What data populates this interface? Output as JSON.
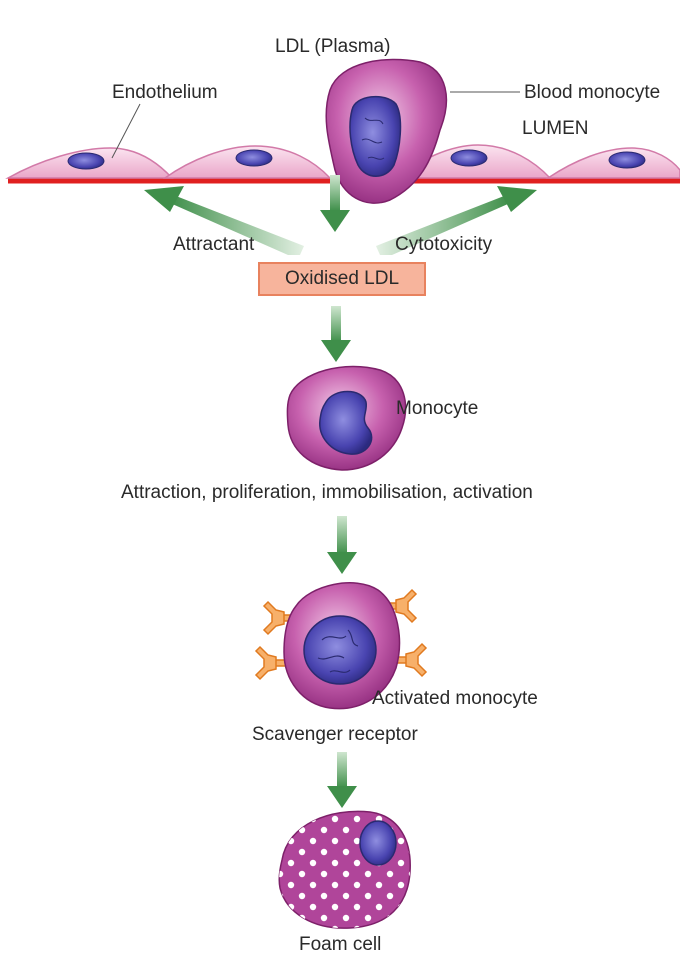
{
  "labels": {
    "ldl_plasma": "LDL (Plasma)",
    "endothelium": "Endothelium",
    "blood_monocyte": "Blood monocyte",
    "lumen": "LUMEN",
    "attractant": "Attractant",
    "cytotoxicity": "Cytotoxicity",
    "oxidised_ldl": "Oxidised LDL",
    "monocyte": "Monocyte",
    "attraction_caption": "Attraction, proliferation, immobilisation, activation",
    "activated_monocyte": "Activated monocyte",
    "scavenger_receptor": "Scavenger receptor",
    "foam_cell": "Foam cell"
  },
  "colors": {
    "arrow": "#3f8f4a",
    "cell_body": "#b0459a",
    "nucleus": "#3d3a9a",
    "endothelial_cell": "#f3c2dc",
    "membrane_line": "#e02020",
    "receptor": "#f08a2a",
    "box_fill": "#f7b49c"
  }
}
